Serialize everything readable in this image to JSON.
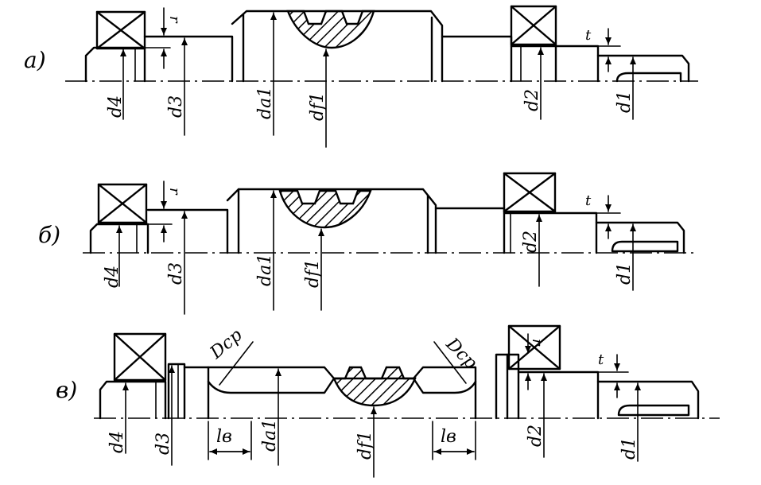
{
  "variants": [
    {
      "label": "а)",
      "diameters": [
        "d4",
        "d3",
        "da1",
        "df1",
        "d2",
        "d1"
      ],
      "clearance": "r",
      "depth": "t"
    },
    {
      "label": "б)",
      "diameters": [
        "d4",
        "d3",
        "da1",
        "df1",
        "d2",
        "d1"
      ],
      "clearance": "r",
      "depth": "t"
    },
    {
      "label": "в)",
      "diameters": [
        "d4",
        "d3",
        "da1",
        "df1",
        "d2",
        "d1"
      ],
      "clearance": "r",
      "depth": "t",
      "cutter_diameter": "Dcp",
      "lengths": [
        "lв",
        "lв"
      ]
    }
  ]
}
